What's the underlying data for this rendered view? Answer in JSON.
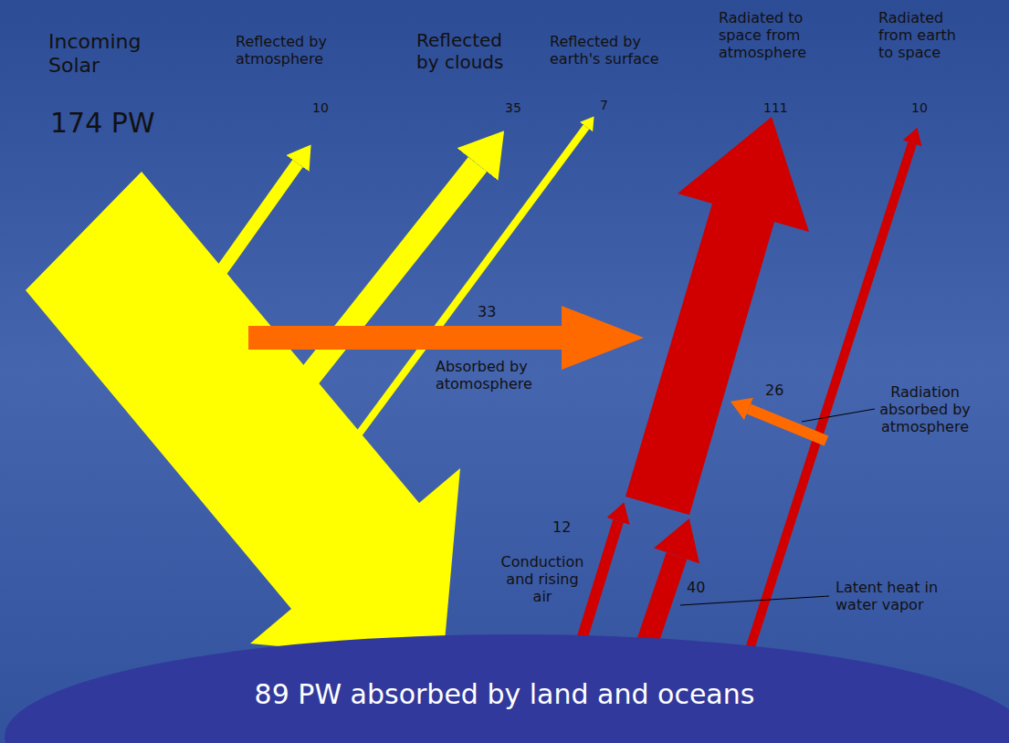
{
  "diagram": {
    "nodes": [
      {
        "text": [
          "89 PW absorbed by land and oceans"
        ]
      }
    ],
    "labels": [
      "Incoming Solar",
      "174 PW",
      "Reflected by atmosphere",
      "10",
      "Reflected by clouds",
      "35",
      "Reflected by earth's surface",
      "7",
      "Radiated to space from atmosphere",
      "111",
      "Radiated from earth to space",
      "10",
      "33",
      "Absorbed by atomosphere",
      "26",
      "Radiation absorbed by atmosphere",
      "12",
      "Conduction and rising air",
      "40",
      "Latent heat in water vapor"
    ]
  }
}
